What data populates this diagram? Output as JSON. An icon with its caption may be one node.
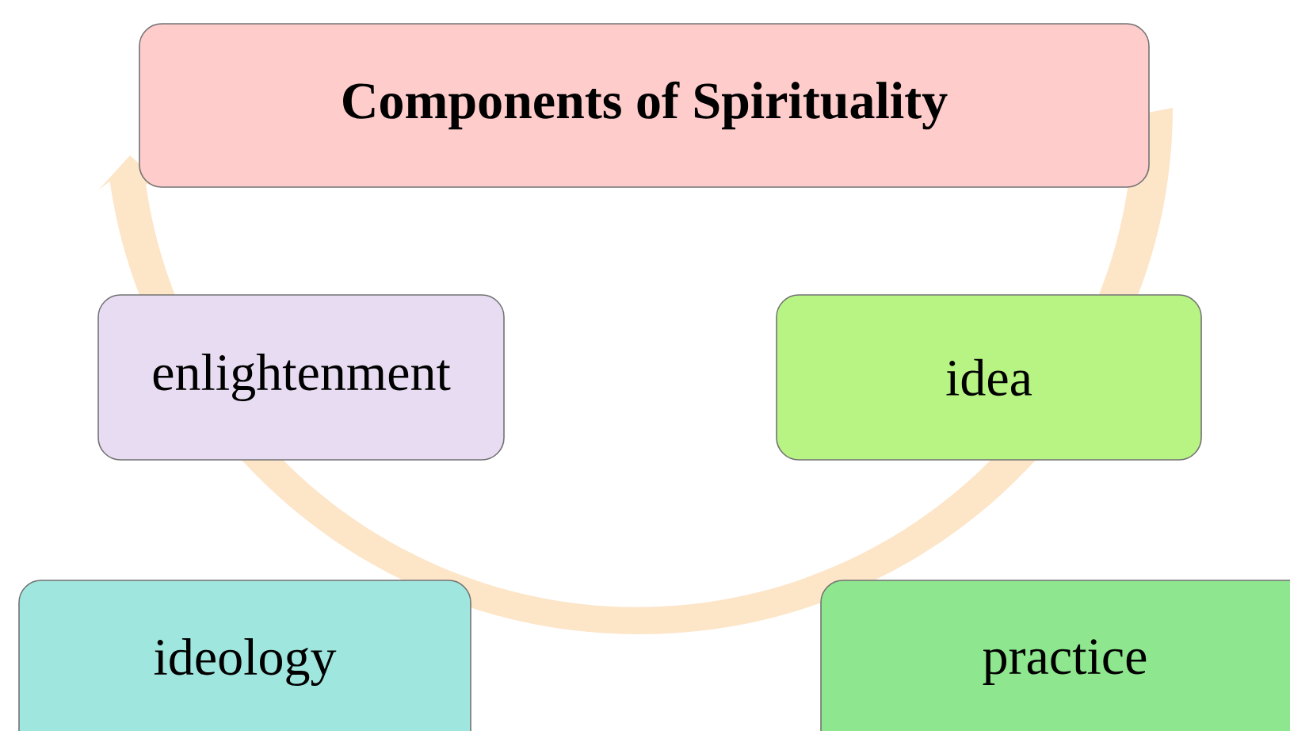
{
  "diagram": {
    "nodes": [
      {
        "text": [
          "Components of Spirituality"
        ]
      },
      {
        "text": [
          "enlightenment"
        ]
      },
      {
        "text": [
          "idea"
        ]
      },
      {
        "text": [
          "ideology"
        ]
      },
      {
        "text": [
          "practice"
        ]
      }
    ]
  }
}
